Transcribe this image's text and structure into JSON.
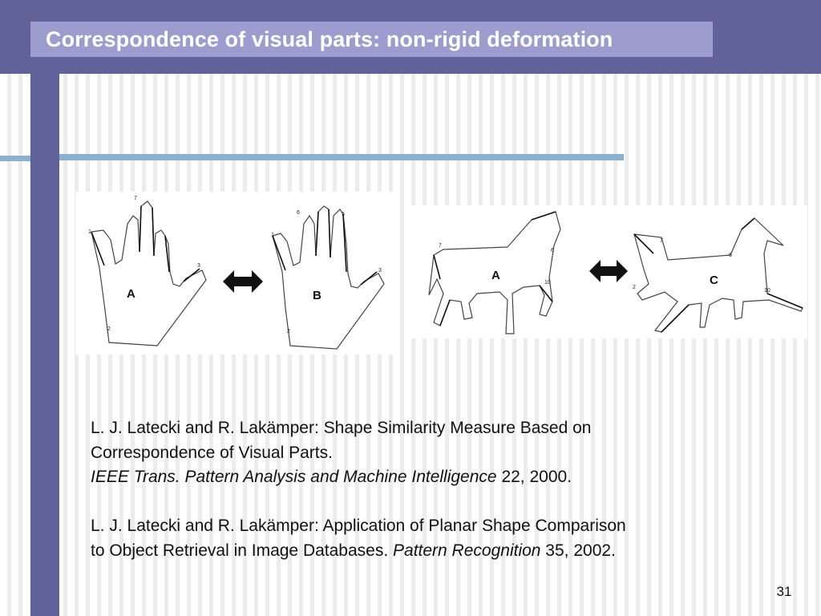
{
  "slide": {
    "title": "Correspondence of visual parts: non-rigid deformation",
    "page_number": "31"
  },
  "figures": {
    "hands": {
      "label_a": "A",
      "label_b": "B"
    },
    "horses": {
      "label_a": "A",
      "label_c": "C"
    },
    "arrow_icon": "double-arrow-icon"
  },
  "references": [
    {
      "text_line1": "L. J. Latecki and R. Lakämper: Shape Similarity Measure Based on",
      "text_line2": "Correspondence of Visual Parts.",
      "journal": "IEEE Trans. Pattern Analysis and Machine Intelligence",
      "citation": " 22, 2000."
    },
    {
      "text_line1": "L. J. Latecki and R. Lakämper: Application of Planar Shape Comparison",
      "text_line2": "to Object Retrieval in Image Databases. ",
      "journal": "Pattern Recognition",
      "citation": " 35, 2002."
    }
  ],
  "colors": {
    "band": "#62629a",
    "title_box": "#9c9cce",
    "rule": "#8ab0d2"
  }
}
